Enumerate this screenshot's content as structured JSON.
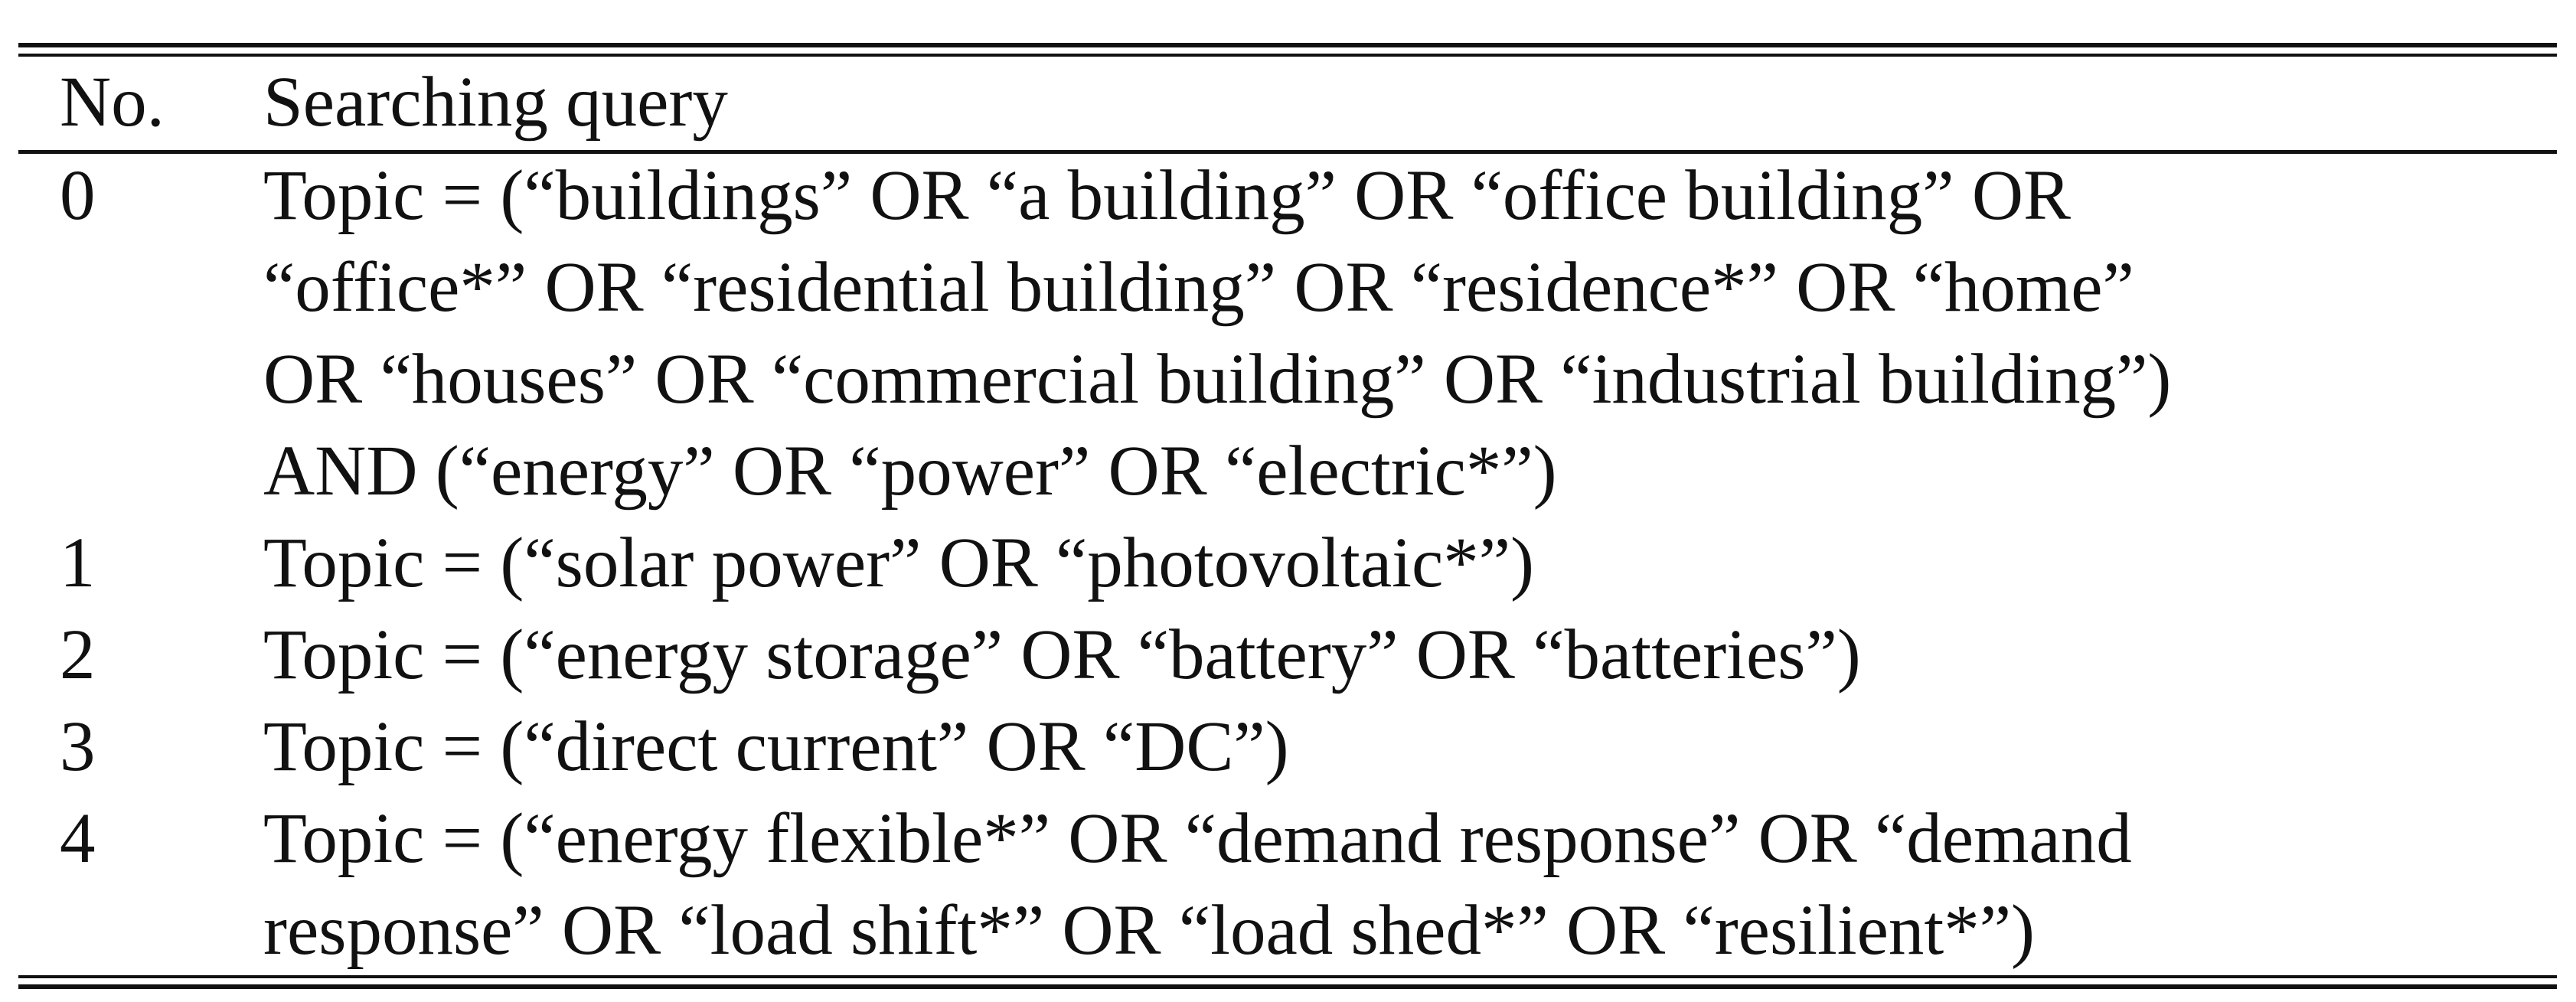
{
  "table": {
    "headers": {
      "no": "No.",
      "query": "Searching query"
    },
    "rows": [
      {
        "no": "0",
        "lines": [
          "Topic = (“buildings” OR “a building” OR “office building” OR",
          "“office*” OR “residential building” OR “residence*” OR “home”",
          "OR “houses” OR “commercial building” OR “industrial building”)",
          "AND (“energy” OR “power” OR “electric*”)"
        ]
      },
      {
        "no": "1",
        "lines": [
          "Topic = (“solar power” OR “photovoltaic*”)"
        ]
      },
      {
        "no": "2",
        "lines": [
          "Topic = (“energy storage” OR “battery” OR “batteries”)"
        ]
      },
      {
        "no": "3",
        "lines": [
          "Topic = (“direct current” OR “DC”)"
        ]
      },
      {
        "no": "4",
        "lines": [
          "Topic = (“energy flexible*” OR “demand response” OR “demand",
          "response” OR “load shift*” OR “load shed*” OR “resilient*”)"
        ]
      }
    ]
  }
}
